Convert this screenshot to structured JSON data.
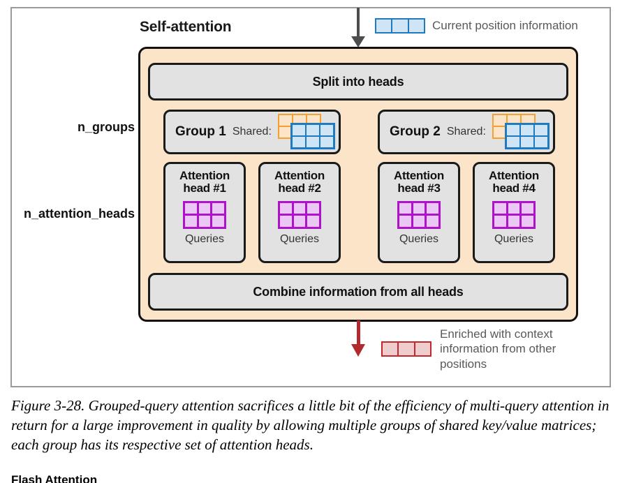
{
  "figure": {
    "title": "Self-attention",
    "caption": "Figure 3-28. Grouped-query attention sacrifices a little bit of the efficiency of multi-query attention in return for a large improvement in quality by allowing multiple groups of shared key/value matrices; each group has its respective set of attention heads."
  },
  "legend": {
    "top": {
      "label": "Current position information",
      "swatch_color": "#1f7ac0",
      "swatch_fill": "#cfe4f4",
      "cells": 3
    },
    "bottom": {
      "label": "Enriched with context information from other positions",
      "swatch_color": "#c1272d",
      "swatch_fill": "#f0cdcd",
      "cells": 3
    }
  },
  "axis_labels": {
    "n_groups": "n_groups",
    "n_attention_heads": "n_attention_heads"
  },
  "bars": {
    "split": "Split into heads",
    "combine": "Combine information from all heads"
  },
  "groups": [
    {
      "label": "Group 1",
      "shared_label": "Shared:",
      "kv_back_color": "#f5a033",
      "kv_front_color": "#1f7ac0"
    },
    {
      "label": "Group 2",
      "shared_label": "Shared:",
      "kv_back_color": "#f5a033",
      "kv_front_color": "#1f7ac0"
    }
  ],
  "heads": [
    {
      "line1": "Attention",
      "line2": "head #1",
      "caption": "Queries",
      "grid_color": "#ad14c9"
    },
    {
      "line1": "Attention",
      "line2": "head #2",
      "caption": "Queries",
      "grid_color": "#ad14c9"
    },
    {
      "line1": "Attention",
      "line2": "head #3",
      "caption": "Queries",
      "grid_color": "#ad14c9"
    },
    {
      "line1": "Attention",
      "line2": "head #4",
      "caption": "Queries",
      "grid_color": "#ad14c9"
    }
  ],
  "arrows": {
    "input_color": "#4d4d4d",
    "output_color": "#b32a2e"
  },
  "colors": {
    "container_fill": "#fbe4c8",
    "box_fill": "#e2e2e2",
    "frame_border": "#9a9a9a"
  },
  "next_section_heading": "Flash Attention"
}
